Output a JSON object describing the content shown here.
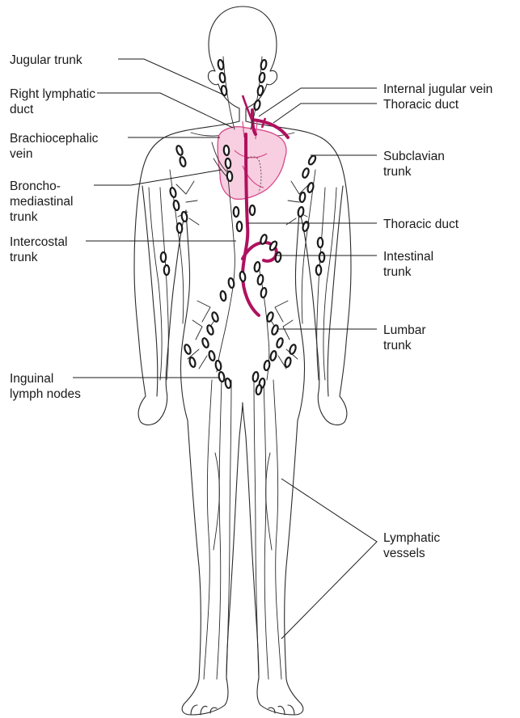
{
  "colors": {
    "thoracic_duct": "#b0115e",
    "heart_fill": "#f7cfe0",
    "heart_stroke": "#d9478a"
  },
  "labels": {
    "jugular_trunk": "Jugular trunk",
    "right_lymphatic_duct": [
      "Right lymphatic",
      "duct"
    ],
    "brachiocephalic_vein": [
      "Brachiocephalic",
      "vein"
    ],
    "bronchomediastinal_trunk": [
      "Broncho-",
      "mediastinal",
      "trunk"
    ],
    "intercostal_trunk": [
      "Intercostal",
      "trunk"
    ],
    "inguinal_lymph_nodes": [
      "Inguinal",
      "lymph nodes"
    ],
    "internal_jugular_vein": "Internal jugular vein",
    "thoracic_duct_upper": "Thoracic duct",
    "subclavian_trunk": [
      "Subclavian",
      "trunk"
    ],
    "thoracic_duct_lower": "Thoracic duct",
    "intestinal_trunk": [
      "Intestinal",
      "trunk"
    ],
    "lumbar_trunk": [
      "Lumbar",
      "trunk"
    ],
    "lymphatic_vessels": [
      "Lymphatic",
      "vessels"
    ]
  }
}
